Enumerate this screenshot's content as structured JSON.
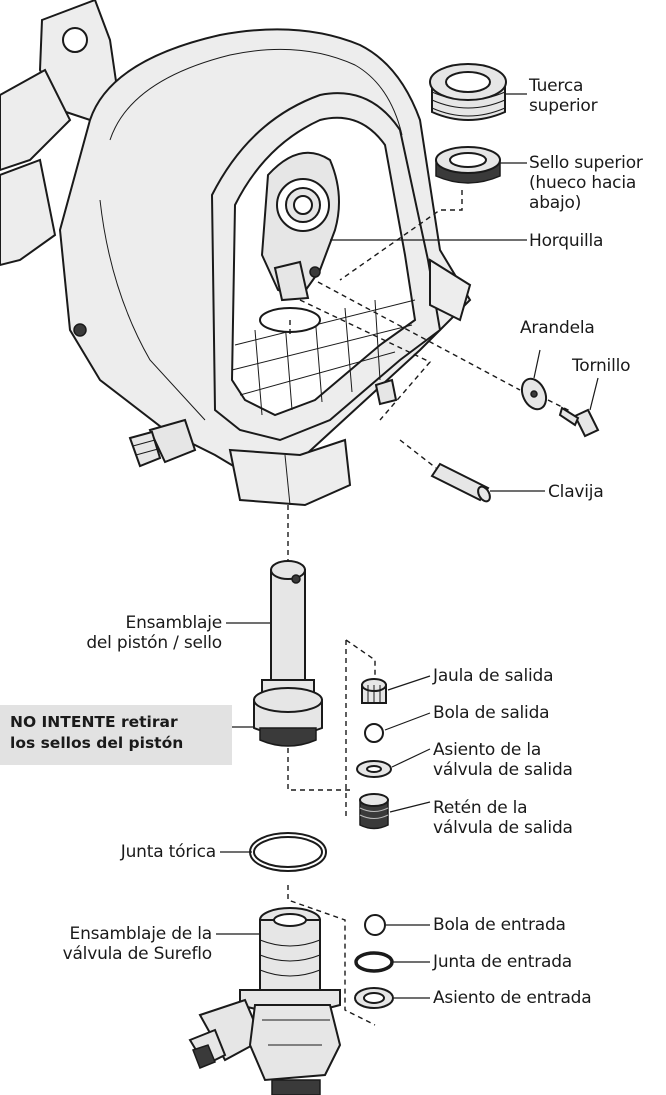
{
  "labels": {
    "tuerca_superior": [
      "Tuerca",
      "superior"
    ],
    "sello_superior": [
      "Sello superior",
      "(hueco hacia",
      "abajo)"
    ],
    "horquilla": "Horquilla",
    "arandela": "Arandela",
    "tornillo": "Tornillo",
    "clavija": "Clavija",
    "ensamblaje_piston": [
      "Ensamblaje",
      "del pistón / sello"
    ],
    "warning": [
      "NO INTENTE retirar",
      "los sellos del pistón"
    ],
    "jaula_salida": "Jaula de salida",
    "bola_salida": "Bola de salida",
    "asiento_valvula_salida": [
      "Asiento de la",
      "válvula de salida"
    ],
    "reten_valvula_salida": [
      "Retén de la",
      "válvula de salida"
    ],
    "junta_torica": "Junta tórica",
    "ensamblaje_sureflo": [
      "Ensamblaje de la",
      "válvula de Sureflo"
    ],
    "bola_entrada": "Bola de entrada",
    "junta_entrada": "Junta de entrada",
    "asiento_entrada": "Asiento de entrada"
  }
}
